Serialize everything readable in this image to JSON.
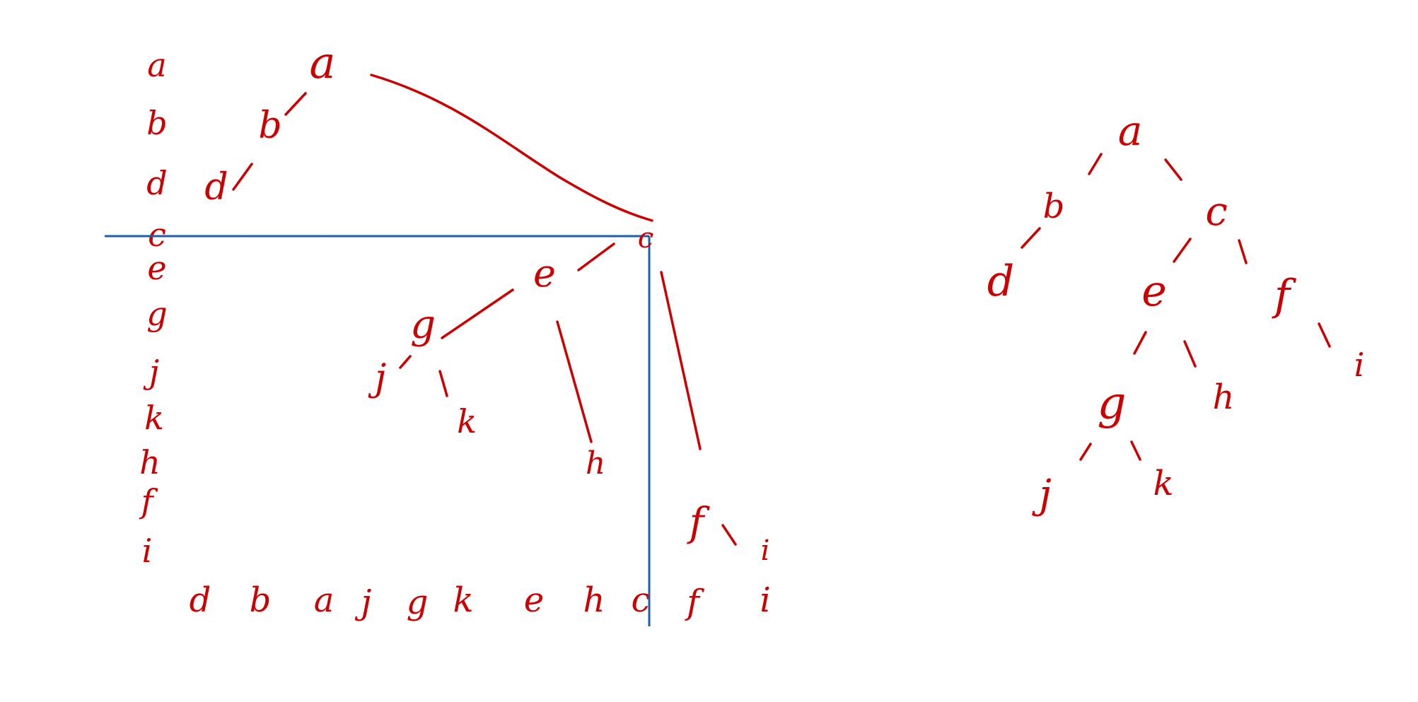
{
  "colors": {
    "ink": "#cc0000",
    "guide": "#1f5fa8",
    "background": "#ffffff"
  },
  "preorder_sequence": [
    "a",
    "b",
    "d",
    "c",
    "e",
    "g",
    "j",
    "k",
    "h",
    "f",
    "i"
  ],
  "inorder_sequence": [
    "d",
    "b",
    "a",
    "j",
    "g",
    "k",
    "e",
    "h",
    "c",
    "f",
    "i"
  ],
  "construction_tree": {
    "nodes": {
      "a": "a",
      "b": "b",
      "d": "d",
      "c": "c",
      "e": "e",
      "g": "g",
      "j": "j",
      "k": "k",
      "h": "h",
      "f": "f",
      "i": "i"
    }
  },
  "final_tree": {
    "nodes": {
      "a": "a",
      "b": "b",
      "c": "c",
      "d": "d",
      "e": "e",
      "f": "f",
      "g": "g",
      "h": "h",
      "i": "i",
      "j": "j",
      "k": "k"
    }
  }
}
